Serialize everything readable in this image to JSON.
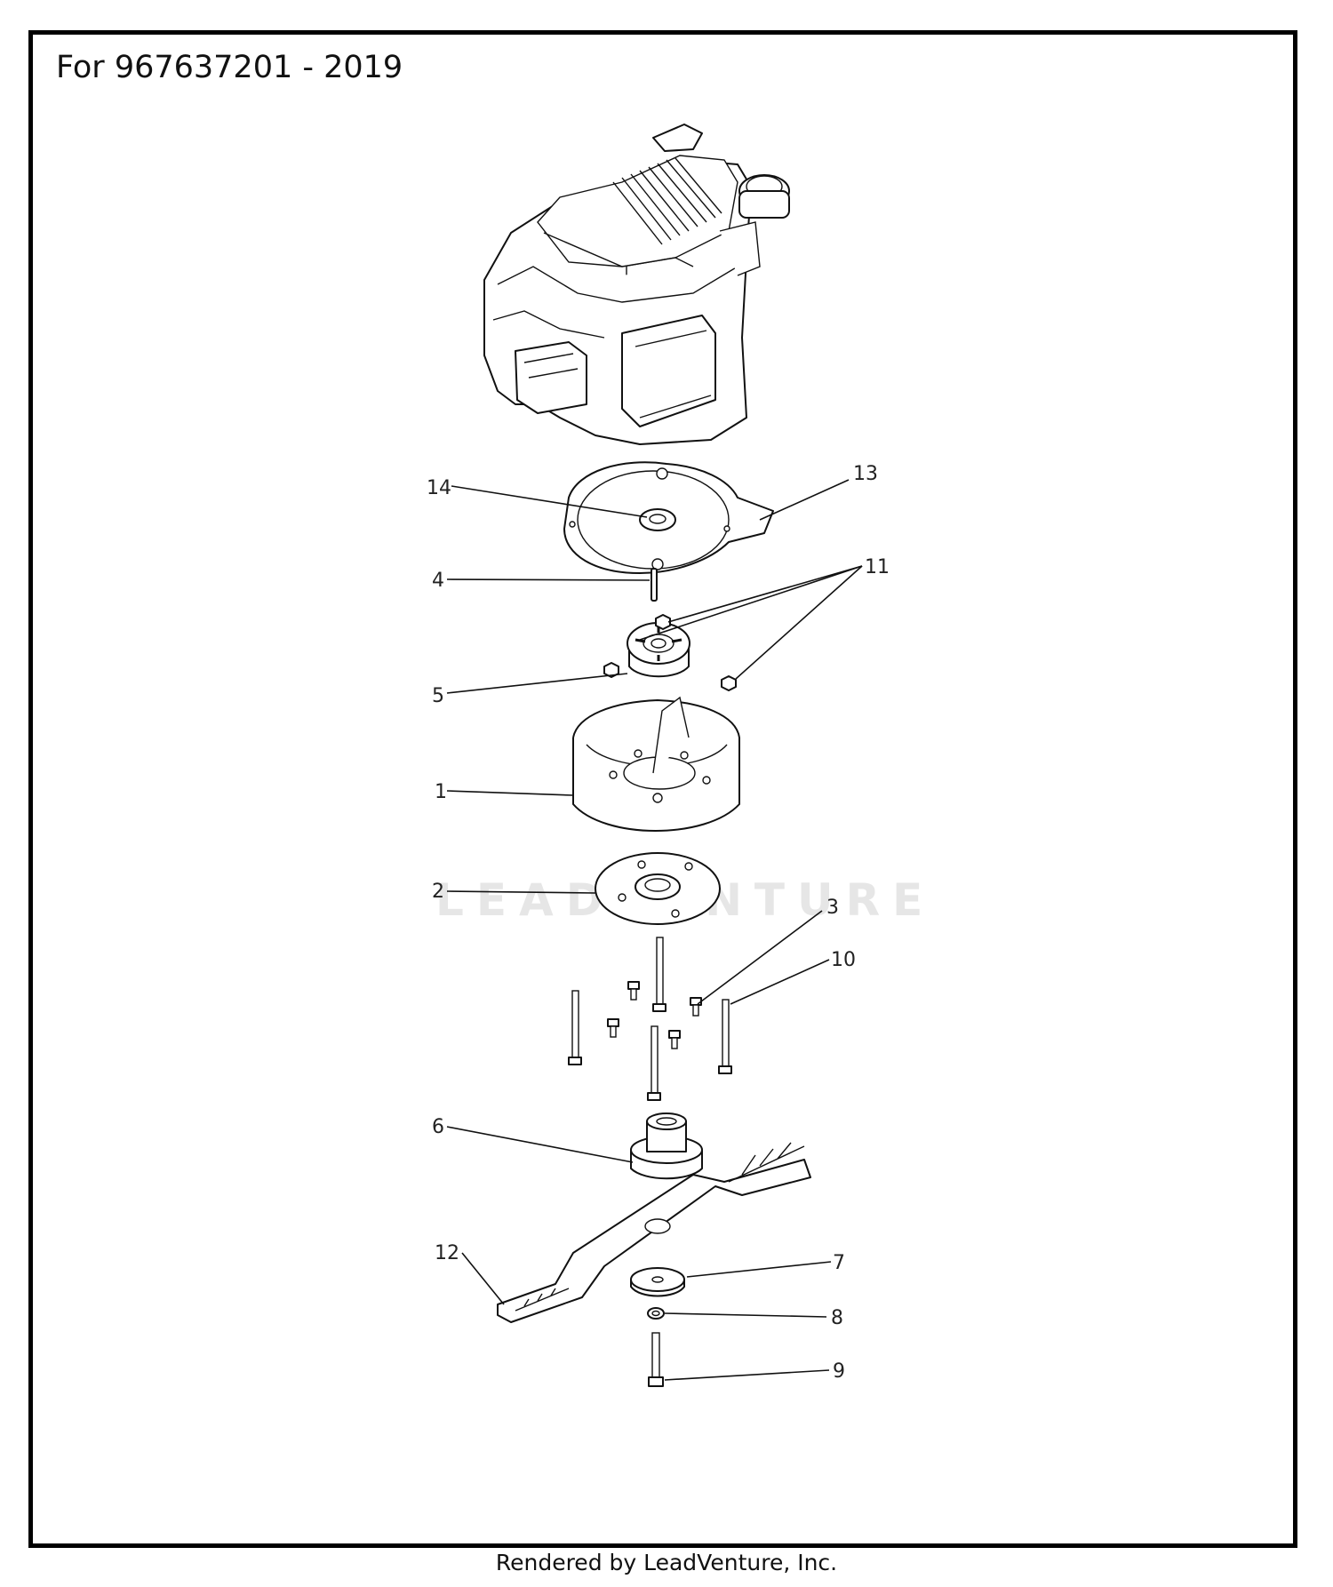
{
  "header": {
    "title": "For 967637201 - 2019"
  },
  "watermark": "LEADVENTURE",
  "footer": {
    "credit": "Rendered by LeadVenture, Inc."
  },
  "callouts": {
    "c1": "1",
    "c2": "2",
    "c3": "3",
    "c4": "4",
    "c5": "5",
    "c6": "6",
    "c7": "7",
    "c8": "8",
    "c9": "9",
    "c10": "10",
    "c11": "11",
    "c12": "12",
    "c13": "13",
    "c14": "14"
  }
}
